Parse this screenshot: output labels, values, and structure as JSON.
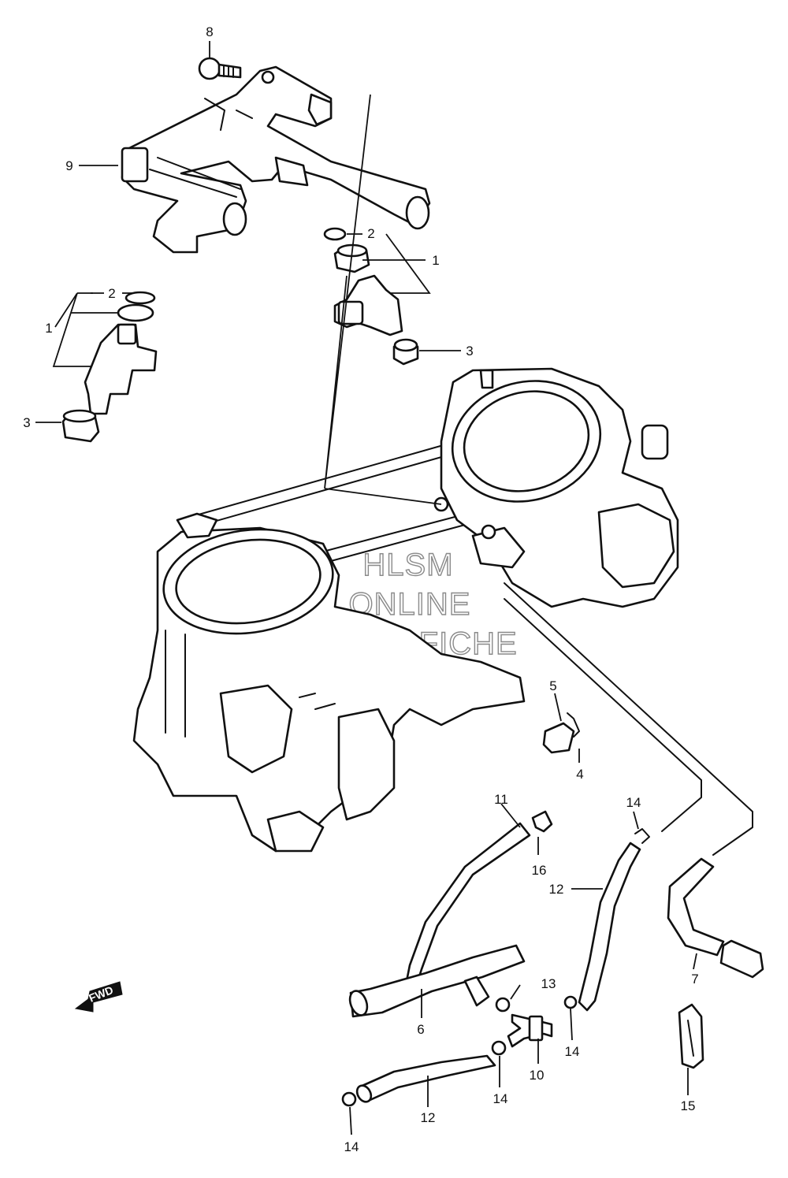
{
  "watermark": [
    "HLSM",
    "ONLINE",
    "MICROFICHE"
  ],
  "fwd_label": "FWD",
  "callouts": {
    "c8": "8",
    "c9": "9",
    "c2a": "2",
    "c1a": "1",
    "c3a": "3",
    "c2b": "2",
    "c1b": "1",
    "c3b": "3",
    "c5": "5",
    "c4": "4",
    "c11": "11",
    "c16": "16",
    "c14a": "14",
    "c12a": "12",
    "c13": "13",
    "c6": "6",
    "c7": "7",
    "c14b": "14",
    "c10": "10",
    "c14c": "14",
    "c12b": "12",
    "c15": "15",
    "c14d": "14"
  }
}
